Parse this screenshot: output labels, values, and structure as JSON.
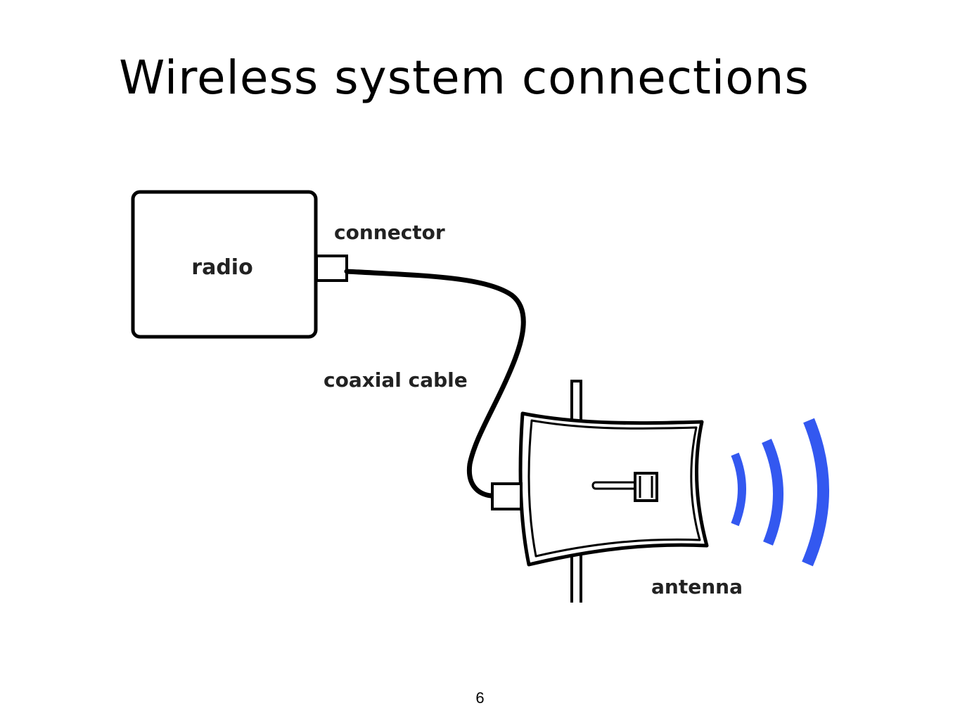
{
  "slide": {
    "title": "Wireless system connections",
    "page_number": "6"
  },
  "diagram": {
    "labels": {
      "radio": "radio",
      "connector": "connector",
      "cable": "coaxial cable",
      "antenna": "antenna"
    },
    "colors": {
      "line": "#000000",
      "label_text": "#222222",
      "signal_waves": "#3358F0"
    },
    "icons": [
      "radio-box",
      "connector",
      "coaxial-cable",
      "panel-antenna",
      "signal-waves"
    ]
  }
}
